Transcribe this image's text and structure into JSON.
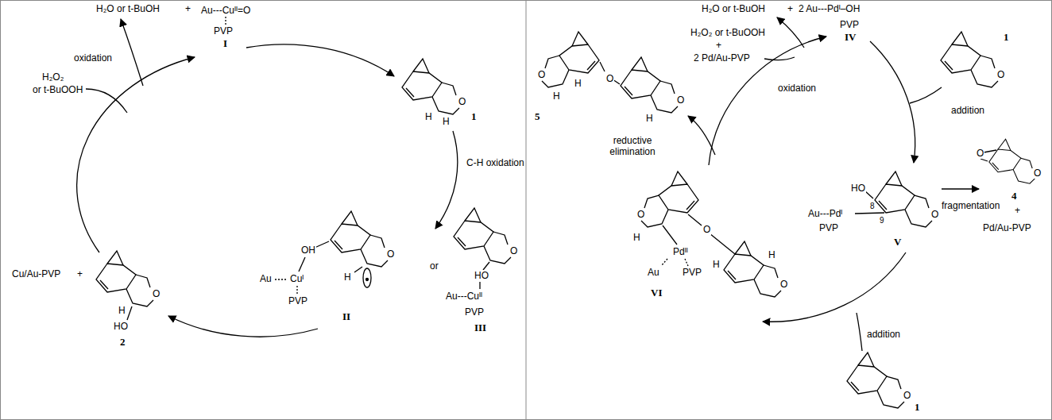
{
  "diagram": {
    "labels": [
      "H₂O or t-BuOH",
      "+",
      "Au---Cuᴵᴵ=O",
      "PVP",
      "I",
      "oxidation",
      "H₂O₂",
      "or t-BuOOH",
      "H",
      "H",
      "O",
      "1",
      "C-H oxidation",
      "OH",
      "Au",
      "Cuᴵ",
      "PVP",
      "H",
      "O",
      "II",
      "or",
      "HO",
      "Au---Cuᴵᴵ",
      "PVP",
      "O",
      "III",
      "Cu/Au-PVP",
      "+",
      "H",
      "HO",
      "O",
      "2",
      "H₂O or t-BuOH",
      "+",
      "2 Au---Pdᴵ–OH",
      "PVP",
      "IV",
      "H₂O₂ or t-BuOOH",
      "+",
      "2 Pd/Au-PVP",
      "oxidation",
      "reductive elimination",
      "O",
      "H",
      "5",
      "O",
      "H",
      "H",
      "O",
      "O",
      "1",
      "addition",
      "HO",
      "8",
      "Au---Pdᴵ",
      "PVP",
      "9",
      "O",
      "V",
      "fragmentation",
      "O",
      "O",
      "4",
      "+",
      "Pd/Au-PVP",
      "O",
      "H",
      "Pdᴵᴵ",
      "Au",
      "PVP",
      "H",
      "O",
      "H",
      "O",
      "VI",
      "addition",
      "O",
      "1"
    ]
  }
}
